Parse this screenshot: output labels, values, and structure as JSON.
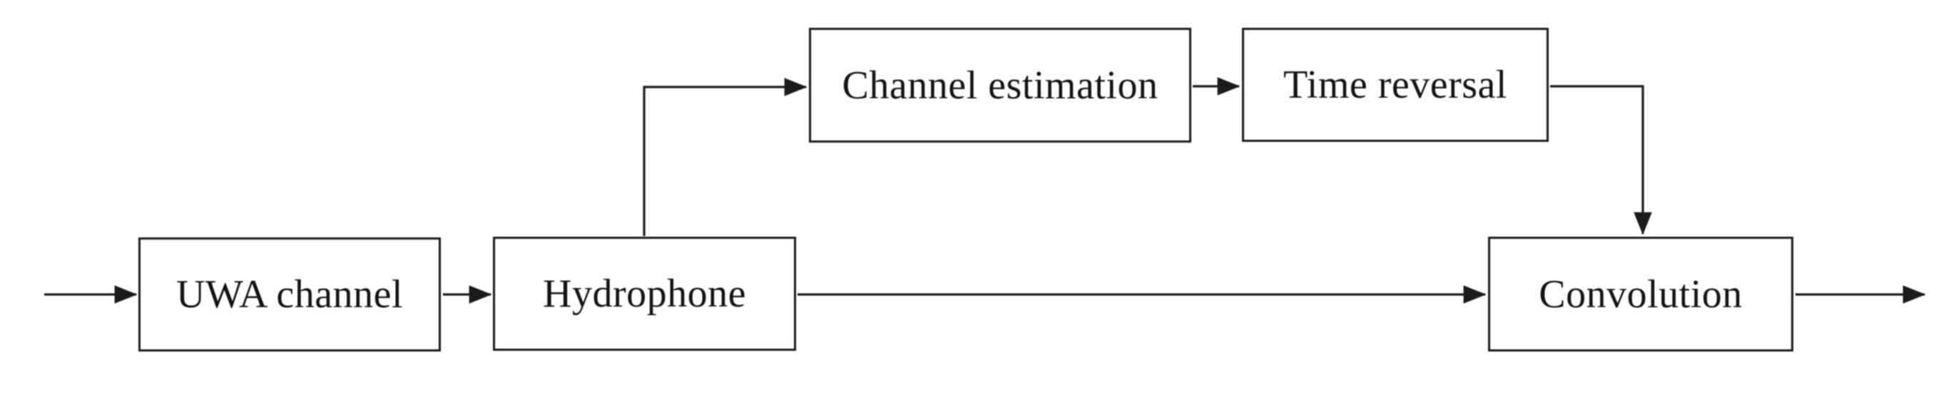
{
  "diagram": {
    "nodes": {
      "uwa_channel": {
        "label": "UWA channel"
      },
      "hydrophone": {
        "label": "Hydrophone"
      },
      "channel_estimation": {
        "label": "Channel estimation"
      },
      "time_reversal": {
        "label": "Time reversal"
      },
      "convolution": {
        "label": "Convolution"
      }
    },
    "edges": [
      {
        "from": "input",
        "to": "uwa_channel"
      },
      {
        "from": "uwa_channel",
        "to": "hydrophone"
      },
      {
        "from": "hydrophone",
        "to": "channel_estimation"
      },
      {
        "from": "channel_estimation",
        "to": "time_reversal"
      },
      {
        "from": "time_reversal",
        "to": "convolution"
      },
      {
        "from": "hydrophone",
        "to": "convolution"
      },
      {
        "from": "convolution",
        "to": "output"
      }
    ],
    "colors": {
      "ink": "#1b1b1b",
      "background": "#ffffff"
    }
  }
}
